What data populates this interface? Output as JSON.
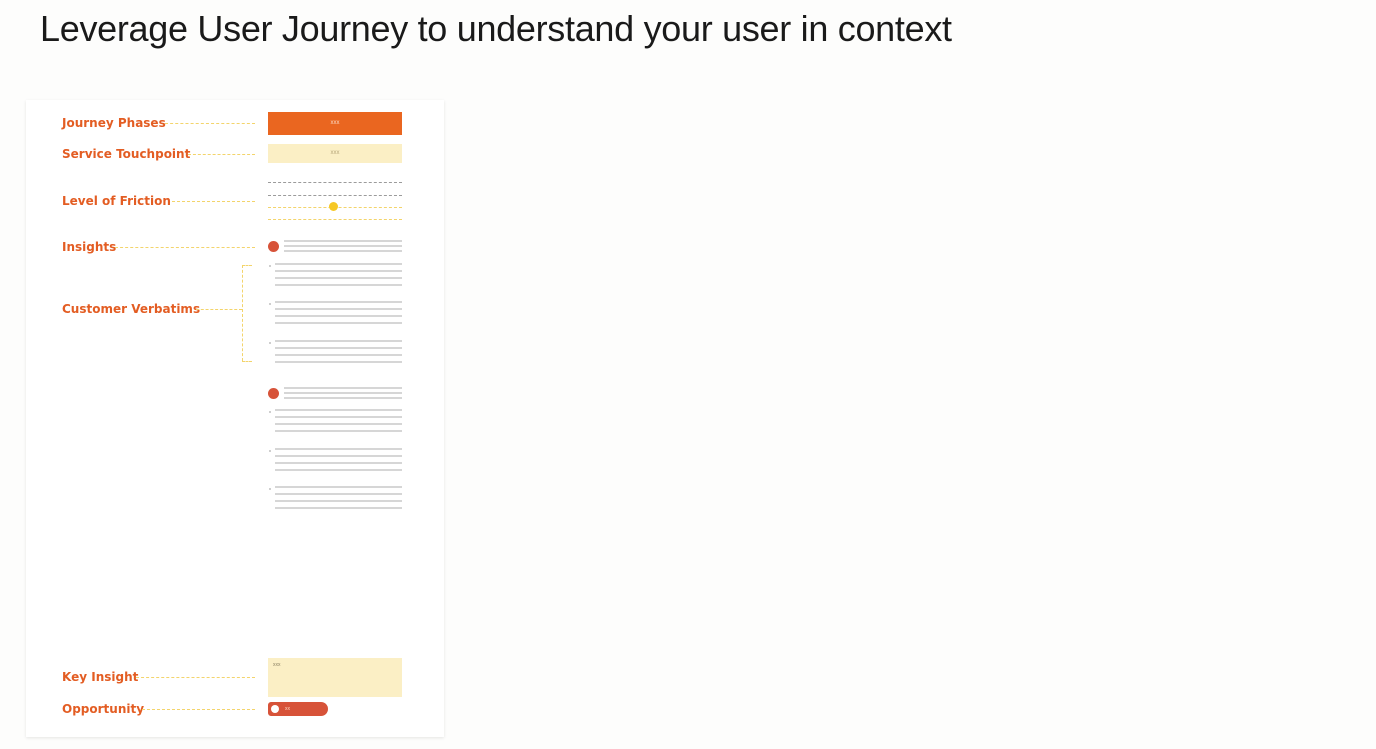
{
  "title": "Leverage User Journey to understand your user in context",
  "labels": {
    "journey_phases": "Journey Phases",
    "service_touchpoint": "Service Touchpoint",
    "level_of_friction": "Level of Friction",
    "insights": "Insights",
    "customer_verbatims": "Customer Verbatims",
    "key_insight": "Key Insight",
    "opportunity": "Opportunity"
  },
  "blocks": {
    "phase_text": "xxx",
    "touchpoint_text": "xxx",
    "key_insight_text": "xxx",
    "opportunity_text": "xx"
  },
  "colors": {
    "label": "#e35d23",
    "phase": "#ea6620",
    "touchpoint": "#fbefc5",
    "insight_dot": "#d75339",
    "friction_dot": "#f6c825",
    "leader": "#f3d46b"
  }
}
